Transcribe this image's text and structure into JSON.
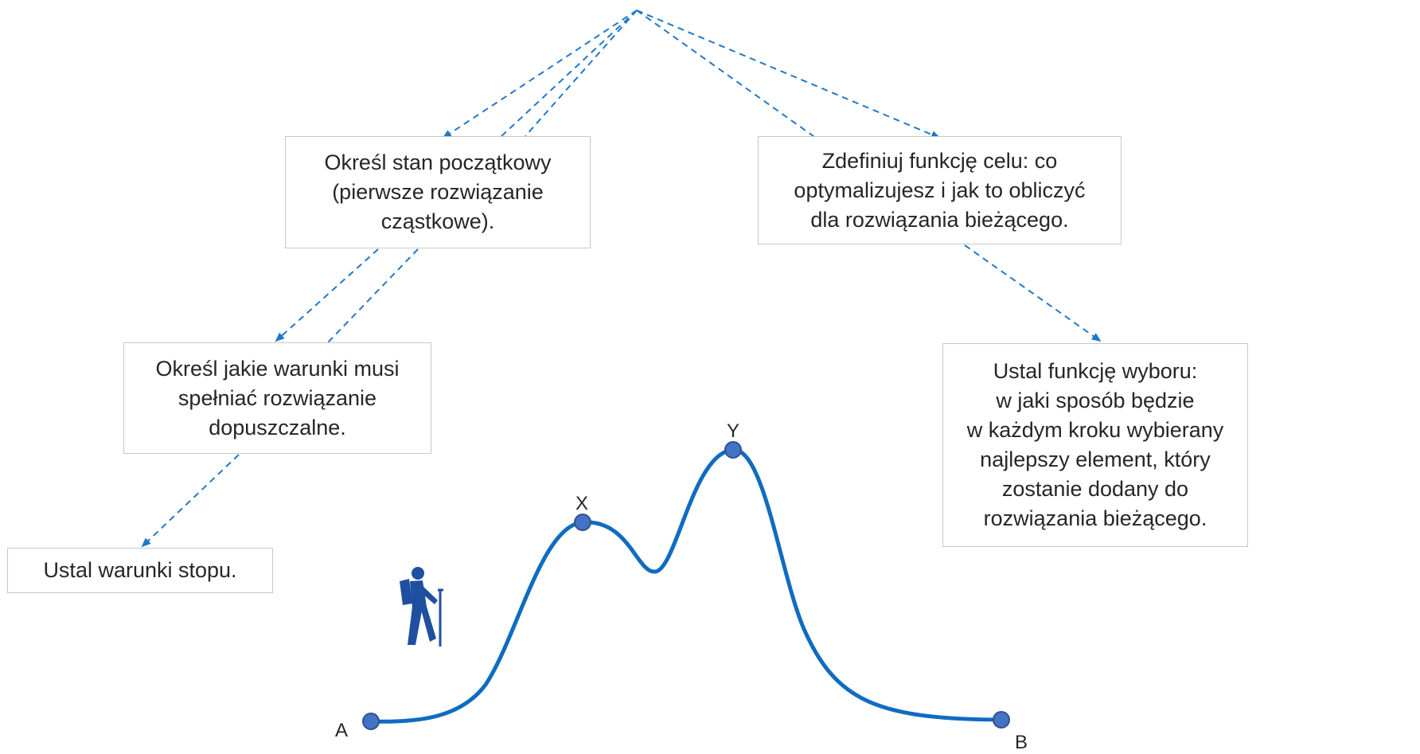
{
  "diagram": {
    "boxes": {
      "start_state": "Określ stan początkowy\n(pierwsze rozwiązanie\ncząstkowe).",
      "objective_function": "Zdefiniuj funkcję celu: co\noptymalizujesz i jak to obliczyć\ndla rozwiązania bieżącego.",
      "feasibility": "Określ jakie warunki musi\nspełniać rozwiązanie\ndopuszczalne.",
      "selection_function": "Ustal funkcję wyboru:\nw jaki sposób będzie\nw każdym kroku wybierany\nnajlepszy element, który\nzostanie dodany do\nrozwiązania bieżącego.",
      "stop_condition": "Ustal warunki stopu."
    },
    "points": {
      "a": "A",
      "x": "X",
      "y": "Y",
      "b": "B"
    },
    "colors": {
      "arrow": "#1f78c8",
      "curve": "#0f6cc0",
      "point_fill": "#4472c4",
      "point_stroke": "#2f528f",
      "hiker": "#1f4fa0",
      "box_border": "#c8c8c8"
    },
    "icons": {
      "hiker": "hiker-icon"
    }
  }
}
